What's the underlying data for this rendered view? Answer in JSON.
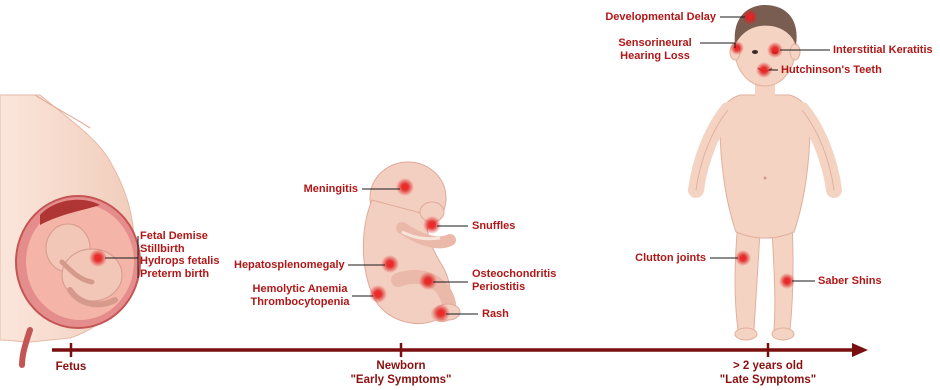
{
  "fetus": {
    "symptoms": [
      "Fetal Demise",
      "Stillbirth",
      "Hydrops fetalis",
      "Preterm birth"
    ]
  },
  "newborn": {
    "meningitis": "Meningitis",
    "snuffles": "Snuffles",
    "hepatosplenomegaly": "Hepatosplenomegaly",
    "hemolytic_anemia": "Hemolytic Anemia",
    "thrombocytopenia": "Thrombocytopenia",
    "osteochondritis": "Osteochondritis",
    "periostitis": "Periostitis",
    "rash": "Rash"
  },
  "child": {
    "developmental_delay": "Developmental Delay",
    "sensorineural_1": "Sensorineural",
    "sensorineural_2": "Hearing Loss",
    "interstitial_keratitis": "Interstitial Keratitis",
    "hutchinsons_teeth": "Hutchinson's Teeth",
    "clutton_joints": "Clutton joints",
    "saber_shins": "Saber Shins"
  },
  "timeline": {
    "fetus": "Fetus",
    "newborn_1": "Newborn",
    "newborn_2": "\"Early Symptoms\"",
    "late_1": "> 2 years old",
    "late_2": "\"Late Symptoms\""
  },
  "colors": {
    "label": "#b01818",
    "timeline": "#7a0f0f",
    "skin": "#f4d3c3",
    "hair": "#7a5d51"
  }
}
